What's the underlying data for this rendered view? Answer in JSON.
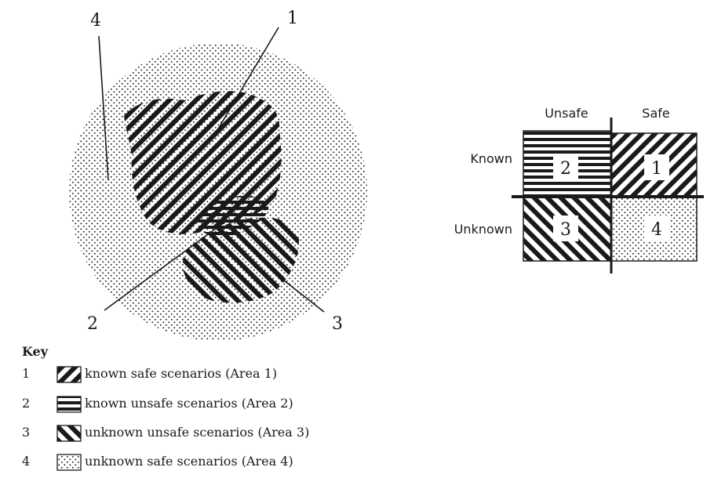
{
  "callouts": {
    "area1": "1",
    "area2": "2",
    "area3": "3",
    "area4": "4"
  },
  "matrix": {
    "col_unsafe": "Unsafe",
    "col_safe": "Safe",
    "row_known": "Known",
    "row_unknown": "Unknown",
    "cell_known_unsafe": "2",
    "cell_known_safe": "1",
    "cell_unknown_unsafe": "3",
    "cell_unknown_safe": "4"
  },
  "key": {
    "title": "Key",
    "items": [
      {
        "number": "1",
        "label": "known safe scenarios (Area 1)",
        "pattern": "diagonal-forward-hatch"
      },
      {
        "number": "2",
        "label": "known unsafe scenarios (Area 2)",
        "pattern": "horizontal-stripes"
      },
      {
        "number": "3",
        "label": "unknown unsafe scenarios (Area 3)",
        "pattern": "diagonal-back-hatch"
      },
      {
        "number": "4",
        "label": "unknown safe scenarios (Area 4)",
        "pattern": "dots"
      }
    ]
  },
  "colors": {
    "ink": "#1a1a1a",
    "background": "#ffffff"
  }
}
